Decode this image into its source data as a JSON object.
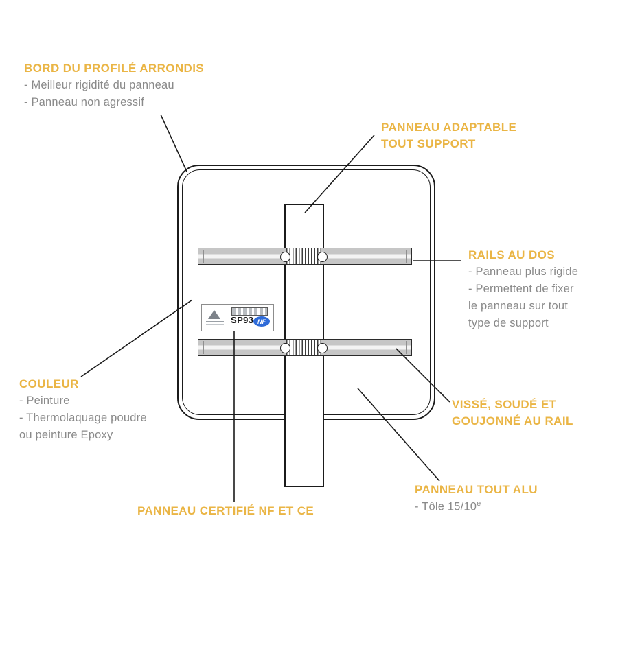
{
  "colors": {
    "accent": "#EAB545",
    "body": "#8A8A8A",
    "line": "#1B1B1B",
    "rail_fill": "#C6C6C6",
    "nf_badge": "#2E6BD8"
  },
  "annotations": {
    "bord": {
      "title": "BORD DU PROFILÉ ARRONDIS",
      "lines": [
        "- Meilleur rigidité du panneau",
        "- Panneau non agressif"
      ]
    },
    "adaptable": {
      "title_line1": "PANNEAU ADAPTABLE",
      "title_line2": "TOUT SUPPORT"
    },
    "rails": {
      "title": "RAILS AU DOS",
      "lines": [
        "- Panneau plus rigide",
        "- Permettent de fixer",
        "le panneau sur tout",
        "type de support"
      ]
    },
    "couleur": {
      "title": "COULEUR",
      "lines": [
        "- Peinture",
        "- Thermolaquage poudre",
        "ou peinture Epoxy"
      ]
    },
    "visse": {
      "title_line1": "VISSÉ, SOUDÉ ET",
      "title_line2": "GOUJONNÉ AU RAIL"
    },
    "tout_alu": {
      "title": "PANNEAU TOUT ALU",
      "tole_text": "- Tôle 15/10",
      "tole_sup": "e"
    },
    "certifie": {
      "title": "PANNEAU CERTIFIÉ NF ET CE"
    }
  },
  "sticker": {
    "code": "SP93",
    "nf_label": "NF"
  }
}
